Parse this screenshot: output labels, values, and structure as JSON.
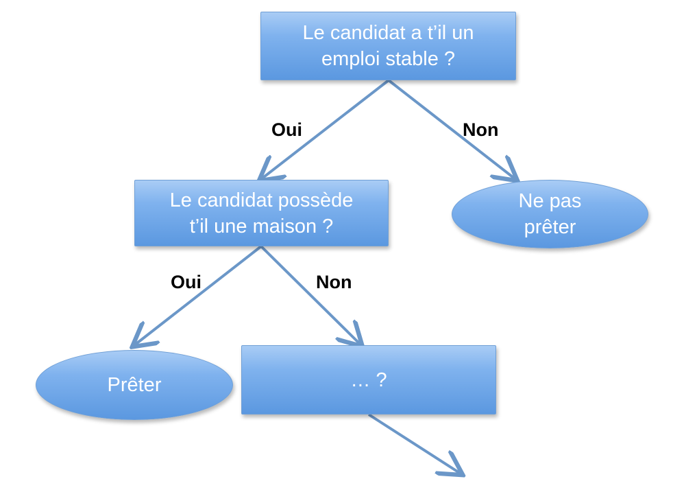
{
  "nodes": {
    "root": {
      "lines": [
        "Le candidat a t’il un",
        "emploi stable ?"
      ]
    },
    "house": {
      "lines": [
        "Le candidat possède",
        "t’il une maison ?"
      ]
    },
    "no_lend": {
      "lines": [
        "Ne pas",
        "prêter"
      ]
    },
    "lend": {
      "lines": [
        "Prêter"
      ]
    },
    "more": {
      "lines": [
        "… ?"
      ]
    }
  },
  "edge_labels": {
    "root_yes": "Oui",
    "root_no": "Non",
    "house_yes": "Oui",
    "house_no": "Non"
  },
  "colors": {
    "node_fill_top": "#a9ccf5",
    "node_fill_bottom": "#5b98e0",
    "node_border": "#6f9fd6",
    "edge": "#6b97c8",
    "node_text": "#ffffff",
    "label_text": "#000000"
  }
}
